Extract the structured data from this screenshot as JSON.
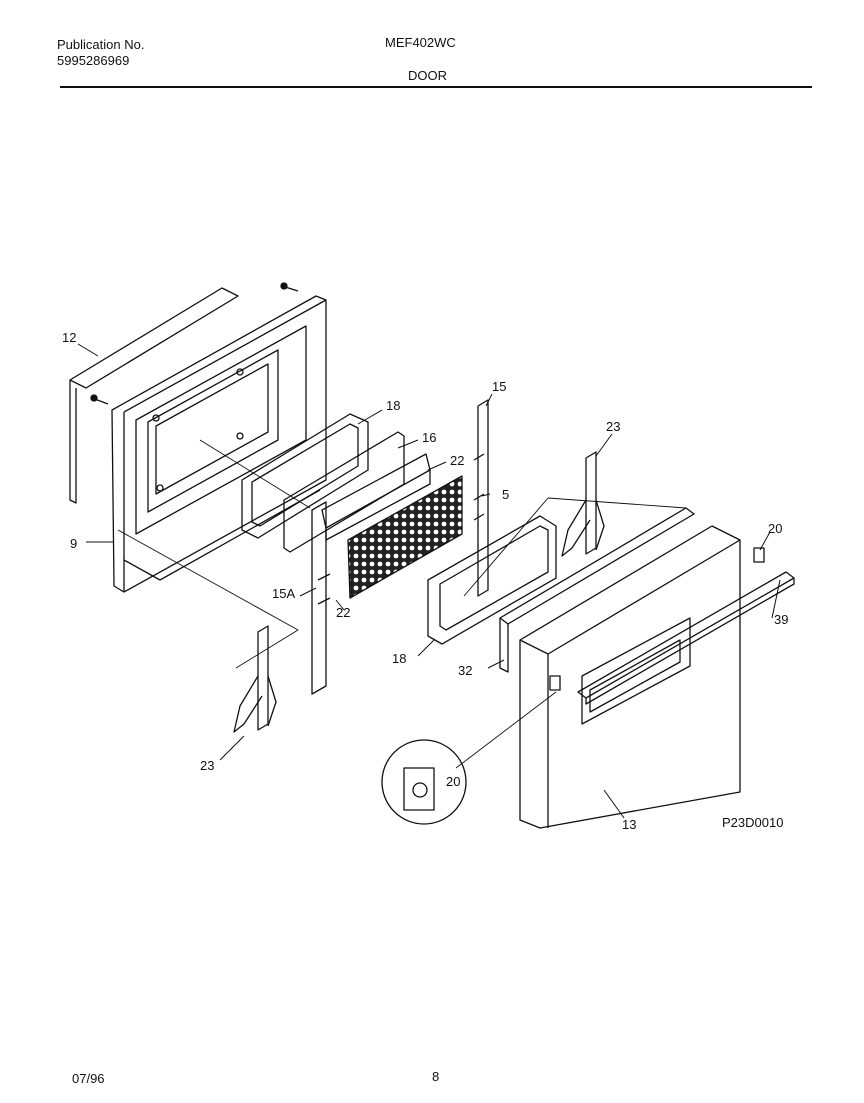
{
  "header": {
    "publication_label": "Publication No.",
    "publication_number": "5995286969",
    "model": "MEF402WC",
    "section": "DOOR"
  },
  "footer": {
    "date": "07/96",
    "page": "8"
  },
  "diagram": {
    "code": "P23D0010",
    "callouts": {
      "c12": "12",
      "c9": "9",
      "c18a": "18",
      "c16": "16",
      "c22a": "22",
      "c15": "15",
      "c5": "5",
      "c23a": "23",
      "c20a": "20",
      "c39": "39",
      "c15a": "15A",
      "c22b": "22",
      "c18b": "18",
      "c32": "32",
      "c23b": "23",
      "c20b": "20",
      "c13": "13"
    }
  }
}
